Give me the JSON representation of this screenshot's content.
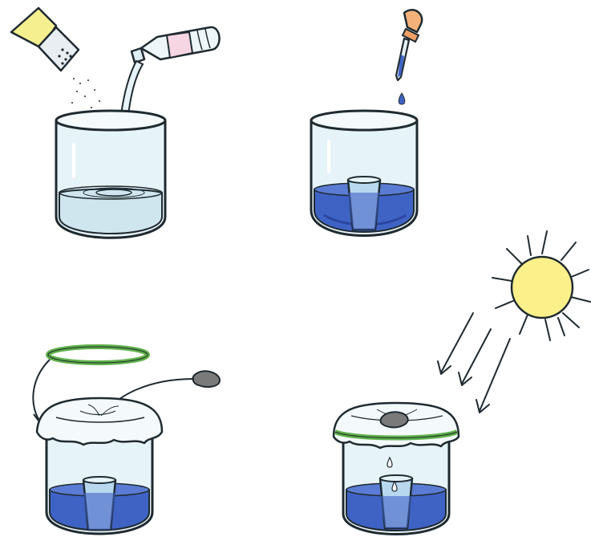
{
  "diagram": {
    "steps": [
      {
        "id": "step-1",
        "icons": [
          "salt-shaker-icon",
          "water-bottle-icon",
          "jar-icon",
          "water-icon"
        ]
      },
      {
        "id": "step-2",
        "icons": [
          "dropper-icon",
          "jar-icon",
          "blue-water-icon",
          "cup-icon"
        ]
      },
      {
        "id": "step-3",
        "icons": [
          "rubber-band-icon",
          "stone-icon",
          "plastic-wrap-icon",
          "jar-icon",
          "blue-water-icon",
          "cup-icon",
          "arrow-icon"
        ]
      },
      {
        "id": "step-4",
        "icons": [
          "sun-icon",
          "sun-ray-arrow-icon",
          "jar-icon",
          "plastic-wrap-icon",
          "rubber-band-icon",
          "stone-icon",
          "water-drop-icon",
          "cup-icon"
        ]
      }
    ],
    "colors": {
      "outline": "#1f2a30",
      "glass": "#e6f3f8",
      "water_clear": "#cfe6ef",
      "water_blue": "#3f63c4",
      "water_blue_dark": "#2b46a0",
      "band": "#5fb04a",
      "stone": "#7a7a7a",
      "sun": "#fbf08a",
      "shaker": "#f5ef8f",
      "dropper_bulb": "#f4b27a",
      "bottle_label": "#f6d6e2"
    }
  }
}
